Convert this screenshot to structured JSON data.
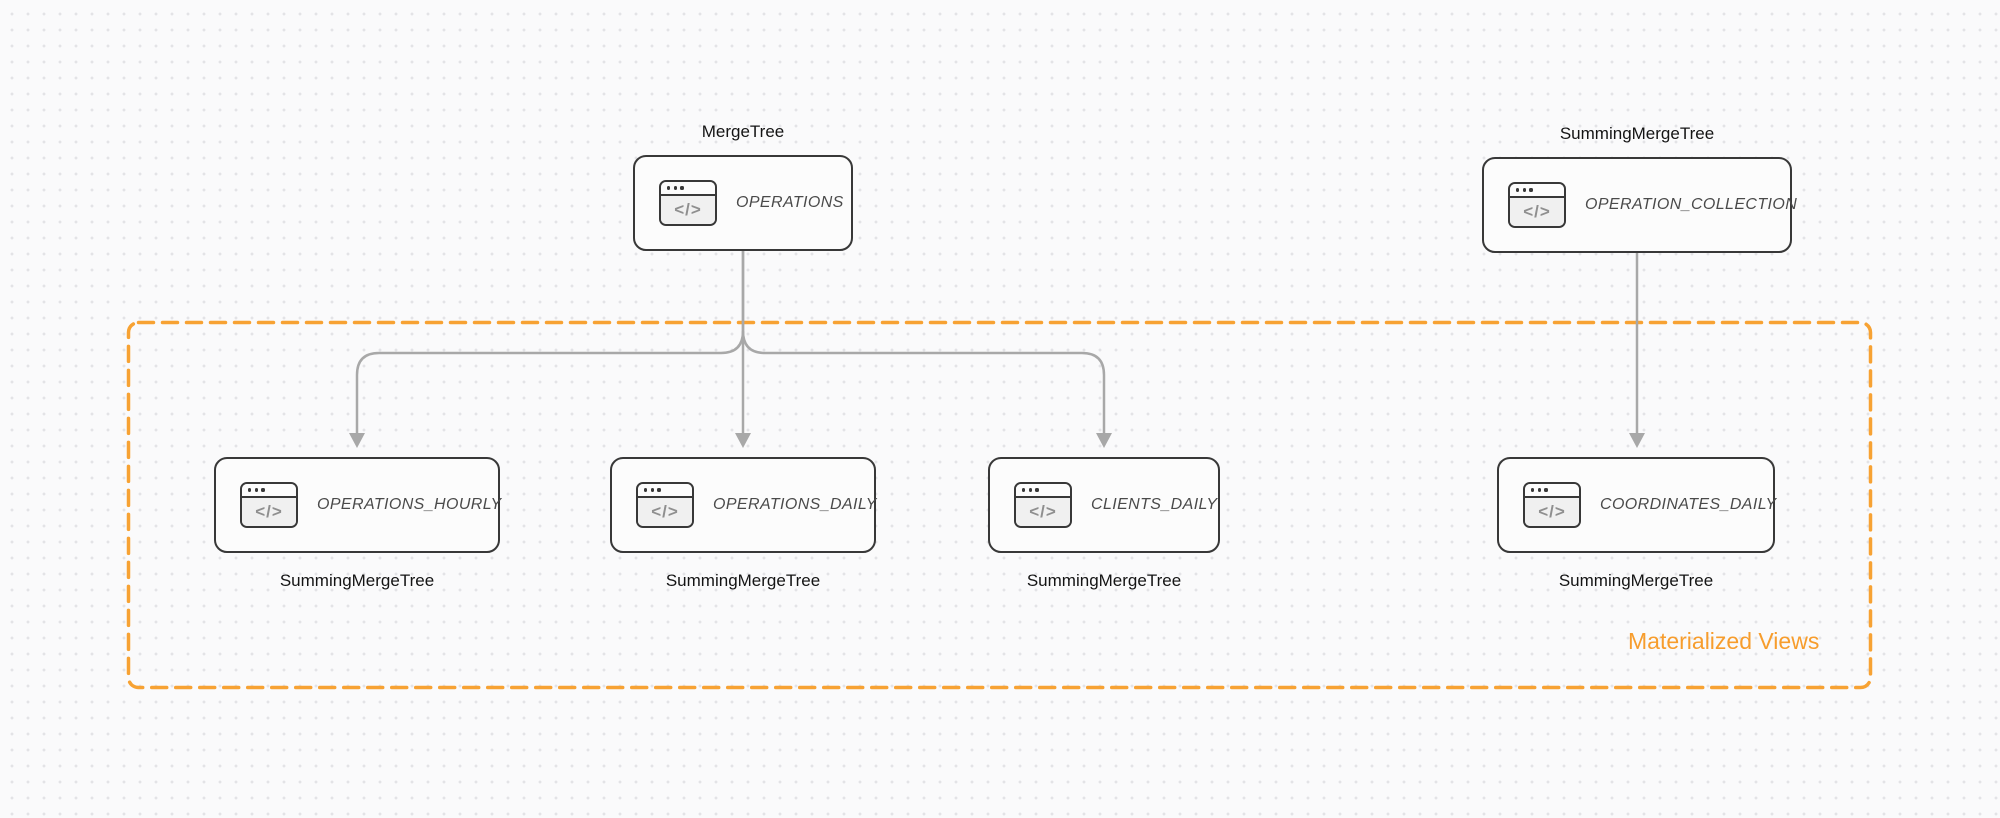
{
  "colors": {
    "background": "#fafafb",
    "dot_grid": "#e3e3e6",
    "node_border": "#383838",
    "node_fill": "#fcfcfc",
    "table_text": "#4a4a4a",
    "engine_text": "#141414",
    "arrow": "#a8a8a8",
    "group_accent_orange": "#f7a233"
  },
  "icons": {
    "code_window_glyph": "</>"
  },
  "nodes": {
    "operations": {
      "engine": "MergeTree",
      "table": "OPERATIONS"
    },
    "operation_collection": {
      "engine": "SummingMergeTree",
      "table": "OPERATION_COLLECTION"
    },
    "operations_hourly": {
      "engine": "SummingMergeTree",
      "table": "OPERATIONS_HOURLY"
    },
    "operations_daily": {
      "engine": "SummingMergeTree",
      "table": "OPERATIONS_DAILY"
    },
    "clients_daily": {
      "engine": "SummingMergeTree",
      "table": "CLIENTS_DAILY"
    },
    "coordinates_daily": {
      "engine": "SummingMergeTree",
      "table": "COORDINATES_DAILY"
    }
  },
  "group": {
    "label": "Materialized Views"
  },
  "edges": [
    {
      "from": "OPERATIONS",
      "to": "OPERATIONS_HOURLY"
    },
    {
      "from": "OPERATIONS",
      "to": "OPERATIONS_DAILY"
    },
    {
      "from": "OPERATIONS",
      "to": "CLIENTS_DAILY"
    },
    {
      "from": "OPERATION_COLLECTION",
      "to": "COORDINATES_DAILY"
    }
  ]
}
